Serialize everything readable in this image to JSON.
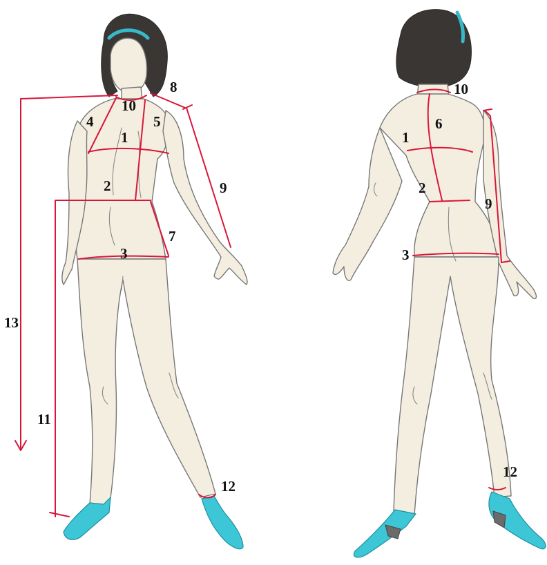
{
  "figures": {
    "front": {
      "labels": [
        "8",
        "10",
        "4",
        "5",
        "1",
        "9",
        "2",
        "7",
        "3",
        "13",
        "11",
        "12"
      ]
    },
    "back": {
      "labels": [
        "10",
        "6",
        "1",
        "2",
        "9",
        "3",
        "12"
      ]
    }
  },
  "colors": {
    "measurement_line": "#d9163a",
    "skin": "#f3eedf",
    "hair": "#3a3633",
    "headband": "#38b9c9",
    "shoes": "#3cc6d6"
  }
}
